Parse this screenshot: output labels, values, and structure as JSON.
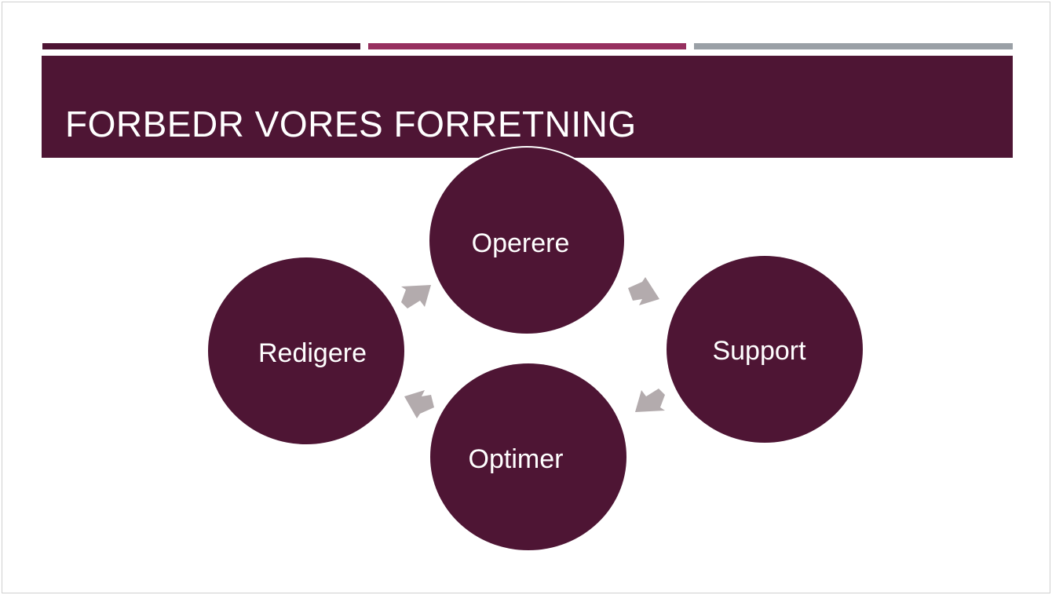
{
  "slide": {
    "title": "FORBEDR VORES FORRETNING"
  },
  "colors": {
    "primary": "#4e1534",
    "accent_magenta": "#96305f",
    "accent_gray": "#9aa0a6",
    "arrow": "#b3abad",
    "text_on_dark": "#ffffff"
  },
  "cycle": {
    "nodes": [
      {
        "label": "Operere"
      },
      {
        "label": "Support"
      },
      {
        "label": "Optimer"
      },
      {
        "label": "Redigere"
      }
    ],
    "arrow_icon": "chevron-arrow-icon"
  }
}
